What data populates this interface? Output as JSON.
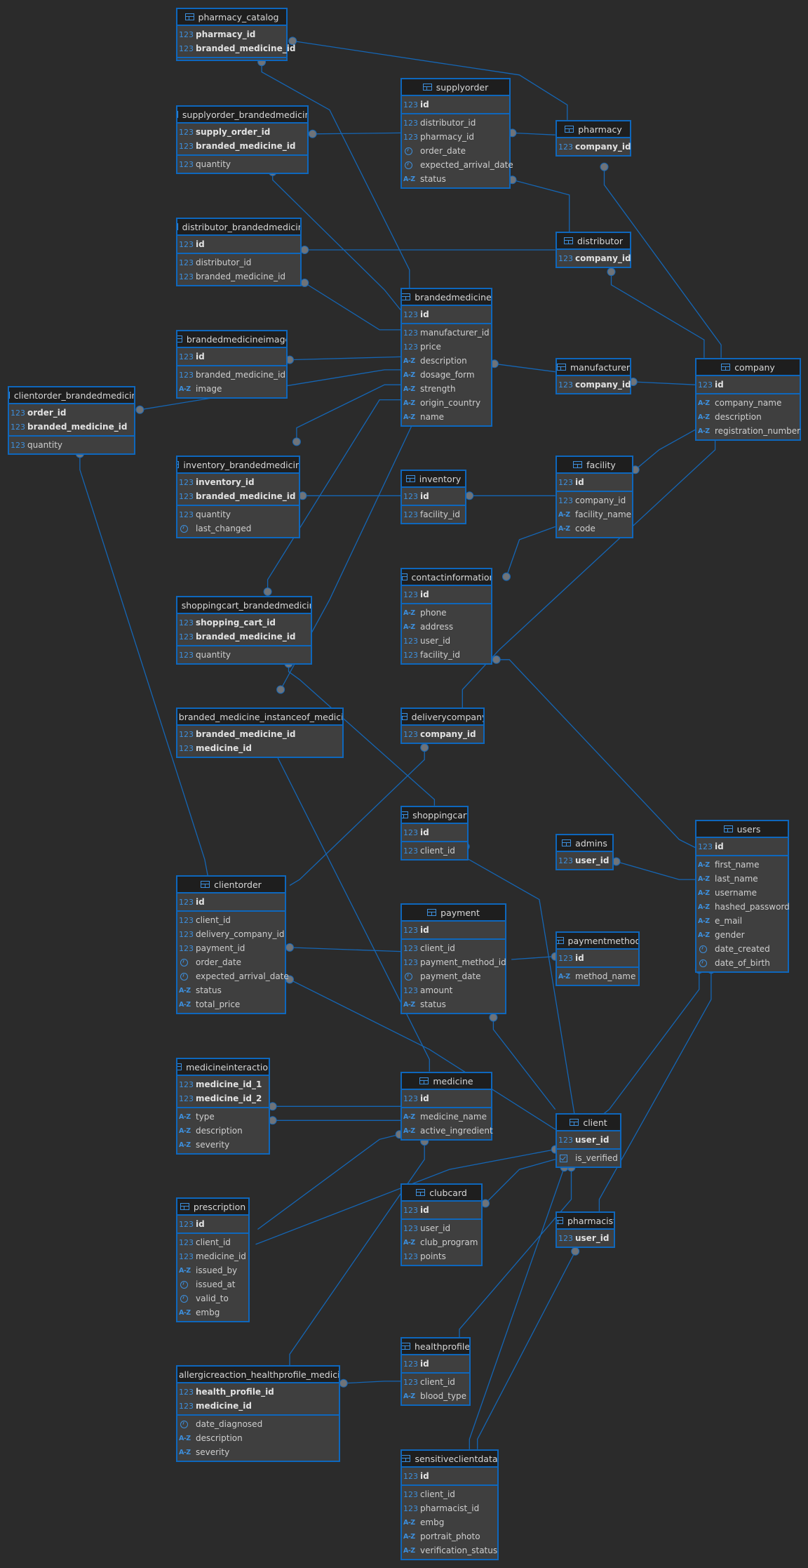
{
  "type_icons": {
    "number": "123",
    "text": "A-Z"
  },
  "tables": [
    {
      "name": "pharmacy_catalog",
      "pk": [
        {
          "n": "pharmacy_id",
          "t": "number"
        },
        {
          "n": "branded_medicine_id",
          "t": "number"
        }
      ],
      "cols": []
    },
    {
      "name": "supplyorder_brandedmedicine",
      "pk": [
        {
          "n": "supply_order_id",
          "t": "number"
        },
        {
          "n": "branded_medicine_id",
          "t": "number"
        }
      ],
      "cols": [
        {
          "n": "quantity",
          "t": "number"
        }
      ]
    },
    {
      "name": "supplyorder",
      "pk": [
        {
          "n": "id",
          "t": "number"
        }
      ],
      "cols": [
        {
          "n": "distributor_id",
          "t": "number"
        },
        {
          "n": "pharmacy_id",
          "t": "number"
        },
        {
          "n": "order_date",
          "t": "datetime"
        },
        {
          "n": "expected_arrival_date",
          "t": "datetime"
        },
        {
          "n": "status",
          "t": "text"
        }
      ]
    },
    {
      "name": "pharmacy",
      "pk": [
        {
          "n": "company_id",
          "t": "number"
        }
      ],
      "cols": null
    },
    {
      "name": "distributor_brandedmedicine",
      "pk": [
        {
          "n": "id",
          "t": "number"
        }
      ],
      "cols": [
        {
          "n": "distributor_id",
          "t": "number"
        },
        {
          "n": "branded_medicine_id",
          "t": "number"
        }
      ]
    },
    {
      "name": "distributor",
      "pk": [
        {
          "n": "company_id",
          "t": "number"
        }
      ],
      "cols": null
    },
    {
      "name": "brandedmedicine",
      "pk": [
        {
          "n": "id",
          "t": "number"
        }
      ],
      "cols": [
        {
          "n": "manufacturer_id",
          "t": "number"
        },
        {
          "n": "price",
          "t": "number"
        },
        {
          "n": "description",
          "t": "text"
        },
        {
          "n": "dosage_form",
          "t": "text"
        },
        {
          "n": "strength",
          "t": "text"
        },
        {
          "n": "origin_country",
          "t": "text"
        },
        {
          "n": "name",
          "t": "text"
        }
      ]
    },
    {
      "name": "brandedmedicineimage",
      "pk": [
        {
          "n": "id",
          "t": "number"
        }
      ],
      "cols": [
        {
          "n": "branded_medicine_id",
          "t": "number"
        },
        {
          "n": "image",
          "t": "text"
        }
      ]
    },
    {
      "name": "manufacturer",
      "pk": [
        {
          "n": "company_id",
          "t": "number"
        }
      ],
      "cols": null
    },
    {
      "name": "company",
      "pk": [
        {
          "n": "id",
          "t": "number"
        }
      ],
      "cols": [
        {
          "n": "company_name",
          "t": "text"
        },
        {
          "n": "description",
          "t": "text"
        },
        {
          "n": "registration_number",
          "t": "text"
        }
      ]
    },
    {
      "name": "clientorder_brandedmedicine",
      "pk": [
        {
          "n": "order_id",
          "t": "number"
        },
        {
          "n": "branded_medicine_id",
          "t": "number"
        }
      ],
      "cols": [
        {
          "n": "quantity",
          "t": "number"
        }
      ]
    },
    {
      "name": "inventory_brandedmedicine",
      "pk": [
        {
          "n": "inventory_id",
          "t": "number"
        },
        {
          "n": "branded_medicine_id",
          "t": "number"
        }
      ],
      "cols": [
        {
          "n": "quantity",
          "t": "number"
        },
        {
          "n": "last_changed",
          "t": "datetime"
        }
      ]
    },
    {
      "name": "inventory",
      "pk": [
        {
          "n": "id",
          "t": "number"
        }
      ],
      "cols": [
        {
          "n": "facility_id",
          "t": "number"
        }
      ]
    },
    {
      "name": "facility",
      "pk": [
        {
          "n": "id",
          "t": "number"
        }
      ],
      "cols": [
        {
          "n": "company_id",
          "t": "number"
        },
        {
          "n": "facility_name",
          "t": "text"
        },
        {
          "n": "code",
          "t": "text"
        }
      ]
    },
    {
      "name": "contactinformation",
      "pk": [
        {
          "n": "id",
          "t": "number"
        }
      ],
      "cols": [
        {
          "n": "phone",
          "t": "text"
        },
        {
          "n": "address",
          "t": "text"
        },
        {
          "n": "user_id",
          "t": "number"
        },
        {
          "n": "facility_id",
          "t": "number"
        }
      ]
    },
    {
      "name": "shoppingcart_brandedmedicine",
      "pk": [
        {
          "n": "shopping_cart_id",
          "t": "number"
        },
        {
          "n": "branded_medicine_id",
          "t": "number"
        }
      ],
      "cols": [
        {
          "n": "quantity",
          "t": "number"
        }
      ]
    },
    {
      "name": "branded_medicine_instanceof_medicine",
      "pk": [
        {
          "n": "branded_medicine_id",
          "t": "number"
        },
        {
          "n": "medicine_id",
          "t": "number"
        }
      ],
      "cols": null
    },
    {
      "name": "deliverycompany",
      "pk": [
        {
          "n": "company_id",
          "t": "number"
        }
      ],
      "cols": null
    },
    {
      "name": "shoppingcart",
      "pk": [
        {
          "n": "id",
          "t": "number"
        }
      ],
      "cols": [
        {
          "n": "client_id",
          "t": "number"
        }
      ]
    },
    {
      "name": "admins",
      "pk": [
        {
          "n": "user_id",
          "t": "number"
        }
      ],
      "cols": null
    },
    {
      "name": "users",
      "pk": [
        {
          "n": "id",
          "t": "number"
        }
      ],
      "cols": [
        {
          "n": "first_name",
          "t": "text"
        },
        {
          "n": "last_name",
          "t": "text"
        },
        {
          "n": "username",
          "t": "text"
        },
        {
          "n": "hashed_password",
          "t": "text"
        },
        {
          "n": "e_mail",
          "t": "text"
        },
        {
          "n": "gender",
          "t": "text"
        },
        {
          "n": "date_created",
          "t": "datetime"
        },
        {
          "n": "date_of_birth",
          "t": "datetime"
        }
      ]
    },
    {
      "name": "clientorder",
      "pk": [
        {
          "n": "id",
          "t": "number"
        }
      ],
      "cols": [
        {
          "n": "client_id",
          "t": "number"
        },
        {
          "n": "delivery_company_id",
          "t": "number"
        },
        {
          "n": "payment_id",
          "t": "number"
        },
        {
          "n": "order_date",
          "t": "datetime"
        },
        {
          "n": "expected_arrival_date",
          "t": "datetime"
        },
        {
          "n": "status",
          "t": "text"
        },
        {
          "n": "total_price",
          "t": "text"
        }
      ]
    },
    {
      "name": "payment",
      "pk": [
        {
          "n": "id",
          "t": "number"
        }
      ],
      "cols": [
        {
          "n": "client_id",
          "t": "number"
        },
        {
          "n": "payment_method_id",
          "t": "number"
        },
        {
          "n": "payment_date",
          "t": "datetime"
        },
        {
          "n": "amount",
          "t": "number"
        },
        {
          "n": "status",
          "t": "text"
        }
      ]
    },
    {
      "name": "paymentmethod",
      "pk": [
        {
          "n": "id",
          "t": "number"
        }
      ],
      "cols": [
        {
          "n": "method_name",
          "t": "text"
        }
      ]
    },
    {
      "name": "medicineinteraction",
      "pk": [
        {
          "n": "medicine_id_1",
          "t": "number"
        },
        {
          "n": "medicine_id_2",
          "t": "number"
        }
      ],
      "cols": [
        {
          "n": "type",
          "t": "text"
        },
        {
          "n": "description",
          "t": "text"
        },
        {
          "n": "severity",
          "t": "text"
        }
      ]
    },
    {
      "name": "medicine",
      "pk": [
        {
          "n": "id",
          "t": "number"
        }
      ],
      "cols": [
        {
          "n": "medicine_name",
          "t": "text"
        },
        {
          "n": "active_ingredient",
          "t": "text"
        }
      ]
    },
    {
      "name": "client",
      "pk": [
        {
          "n": "user_id",
          "t": "number"
        }
      ],
      "cols": [
        {
          "n": "is_verified",
          "t": "boolean"
        }
      ]
    },
    {
      "name": "clubcard",
      "pk": [
        {
          "n": "id",
          "t": "number"
        }
      ],
      "cols": [
        {
          "n": "user_id",
          "t": "number"
        },
        {
          "n": "club_program",
          "t": "text"
        },
        {
          "n": "points",
          "t": "number"
        }
      ]
    },
    {
      "name": "prescription",
      "pk": [
        {
          "n": "id",
          "t": "number"
        }
      ],
      "cols": [
        {
          "n": "client_id",
          "t": "number"
        },
        {
          "n": "medicine_id",
          "t": "number"
        },
        {
          "n": "issued_by",
          "t": "text"
        },
        {
          "n": "issued_at",
          "t": "datetime"
        },
        {
          "n": "valid_to",
          "t": "datetime"
        },
        {
          "n": "embg",
          "t": "text"
        }
      ]
    },
    {
      "name": "pharmacist",
      "pk": [
        {
          "n": "user_id",
          "t": "number"
        }
      ],
      "cols": null
    },
    {
      "name": "allergicreaction_healthprofile_medicine",
      "pk": [
        {
          "n": "health_profile_id",
          "t": "number"
        },
        {
          "n": "medicine_id",
          "t": "number"
        }
      ],
      "cols": [
        {
          "n": "date_diagnosed",
          "t": "datetime"
        },
        {
          "n": "description",
          "t": "text"
        },
        {
          "n": "severity",
          "t": "text"
        }
      ]
    },
    {
      "name": "healthprofile",
      "pk": [
        {
          "n": "id",
          "t": "number"
        }
      ],
      "cols": [
        {
          "n": "client_id",
          "t": "number"
        },
        {
          "n": "blood_type",
          "t": "text"
        }
      ]
    },
    {
      "name": "sensitiveclientdata",
      "pk": [
        {
          "n": "id",
          "t": "number"
        }
      ],
      "cols": [
        {
          "n": "client_id",
          "t": "number"
        },
        {
          "n": "pharmacist_id",
          "t": "number"
        },
        {
          "n": "embg",
          "t": "text"
        },
        {
          "n": "portrait_photo",
          "t": "text"
        },
        {
          "n": "verification_status",
          "t": "text"
        }
      ]
    }
  ]
}
